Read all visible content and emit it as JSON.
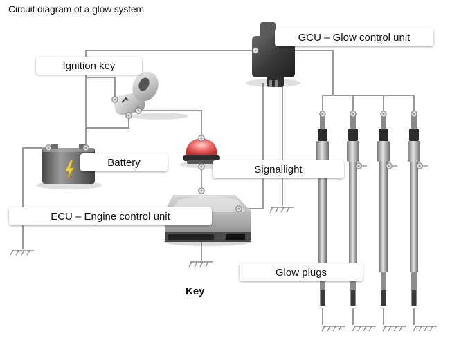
{
  "title": "Circuit diagram of a glow system",
  "labels": {
    "gcu": "GCU – Glow control unit",
    "ignition_key": "Ignition key",
    "battery": "Battery",
    "signal_light": "Signallight",
    "ecu": "ECU – Engine control unit",
    "glow_plugs": "Glow plugs"
  },
  "key_label": "Key",
  "colors": {
    "wire": "#9a9a9a",
    "component_dark": "#3f3f3f",
    "signal_light": "#e85555",
    "label_bg": "#ffffff"
  },
  "icons": [
    "ground-symbol",
    "lightning-icon",
    "connector-node"
  ]
}
